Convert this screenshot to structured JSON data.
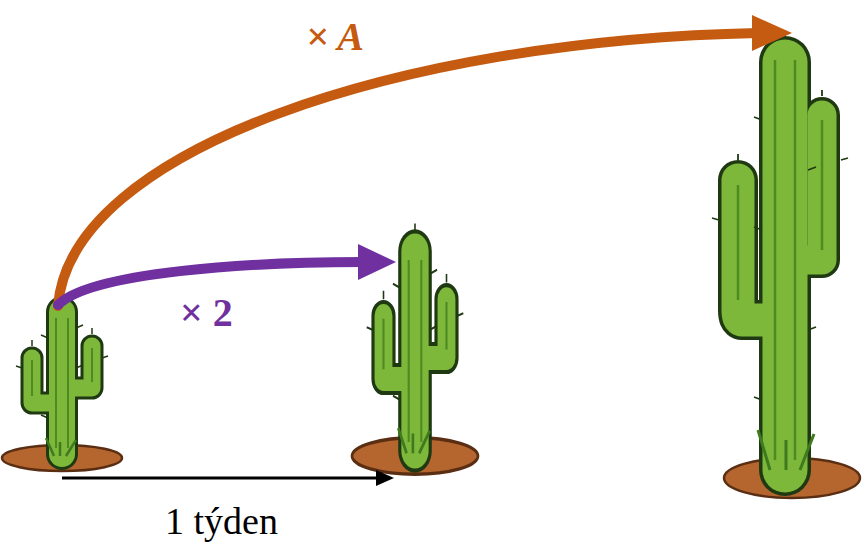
{
  "diagram": {
    "labels": [
      "× A",
      "× 2",
      "1 týden"
    ]
  }
}
